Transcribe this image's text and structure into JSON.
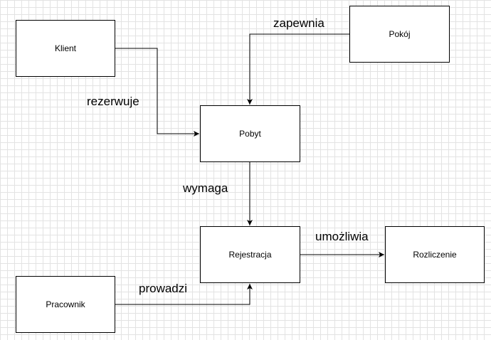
{
  "nodes": {
    "klient": "Klient",
    "pokoj": "Pokój",
    "pobyt": "Pobyt",
    "rejestracja": "Rejestracja",
    "rozliczenie": "Rozliczenie",
    "pracownik": "Pracownik"
  },
  "edges": [
    {
      "from": "Klient",
      "to": "Pobyt",
      "label": "rezerwuje"
    },
    {
      "from": "Pokój",
      "to": "Pobyt",
      "label": "zapewnia"
    },
    {
      "from": "Pobyt",
      "to": "Rejestracja",
      "label": "wymaga"
    },
    {
      "from": "Rejestracja",
      "to": "Rozliczenie",
      "label": "umożliwia"
    },
    {
      "from": "Pracownik",
      "to": "Rejestracja",
      "label": "prowadzi"
    }
  ],
  "colors": {
    "stroke": "#000000",
    "grid": "#e3e3e3",
    "background": "#ffffff"
  }
}
